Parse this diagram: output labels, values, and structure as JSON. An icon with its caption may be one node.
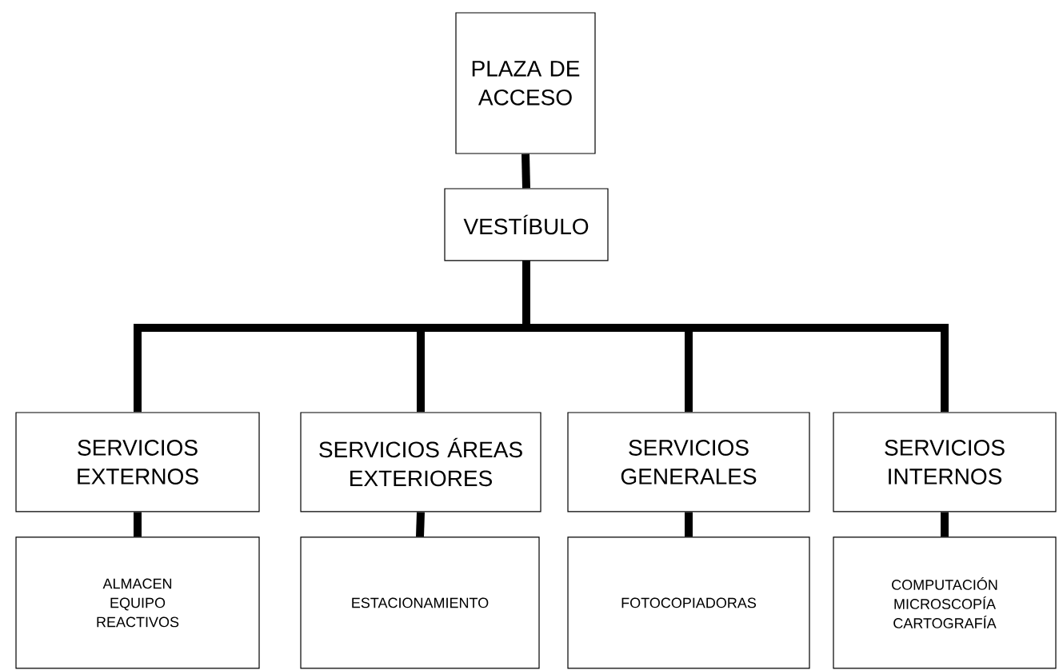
{
  "diagram": {
    "nodes": [
      {
        "text": [
          "PLAZA DE ACCESO"
        ]
      },
      {
        "text": [
          "VESTÍBULO"
        ]
      },
      {
        "text": [
          "SERVICIOS EXTERNOS"
        ]
      },
      {
        "text": [
          "SERVICIOS ÁREAS EXTERIORES"
        ]
      },
      {
        "text": [
          "SERVICIOS GENERALES"
        ]
      },
      {
        "text": [
          "SERVICIOS INTERNOS"
        ]
      },
      {
        "text": [
          "ALMACEN EQUIPO REACTIVOS"
        ]
      },
      {
        "text": [
          "ESTACIONAMIENTO"
        ]
      },
      {
        "text": [
          "FOTOCOPIADORAS"
        ]
      },
      {
        "text": [
          "COMPUTACIÓN MICROSCOPÍA CARTOGRAFÍA"
        ]
      }
    ],
    "edges": [
      {
        "from": 0,
        "to": 1,
        "arrow": "none"
      },
      {
        "from": 1,
        "to": 2,
        "arrow": "none"
      },
      {
        "from": 1,
        "to": 3,
        "arrow": "none"
      },
      {
        "from": 1,
        "to": 4,
        "arrow": "none"
      },
      {
        "from": 1,
        "to": 5,
        "arrow": "none"
      },
      {
        "from": 2,
        "to": 6,
        "arrow": "none"
      },
      {
        "from": 3,
        "to": 7,
        "arrow": "none"
      },
      {
        "from": 4,
        "to": 8,
        "arrow": "none"
      },
      {
        "from": 5,
        "to": 9,
        "arrow": "none"
      }
    ]
  }
}
